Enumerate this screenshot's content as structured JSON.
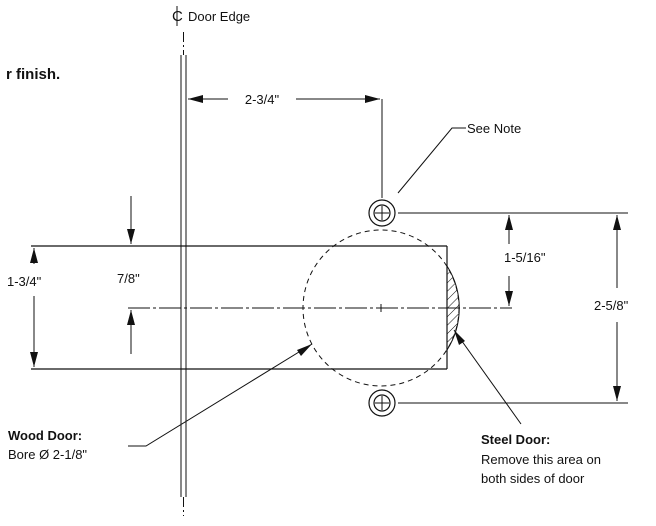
{
  "diagram": {
    "centerline_label": "Door Edge",
    "header_fragment": "r finish.",
    "dim_horizontal": "2-3/4\"",
    "note_label": "See Note",
    "dim_top_offset": "7/8\"",
    "dim_door_thickness": "1-3/4\"",
    "dim_screw_offset": "1-5/16\"",
    "dim_screw_spacing": "2-5/8\"",
    "wood_door": {
      "title": "Wood Door:",
      "text": "Bore Ø 2-1/8\""
    },
    "steel_door": {
      "title": "Steel Door:",
      "line1": "Remove this area on",
      "line2": "both sides of door"
    },
    "colors": {
      "line": "#111111",
      "background": "#ffffff"
    }
  }
}
